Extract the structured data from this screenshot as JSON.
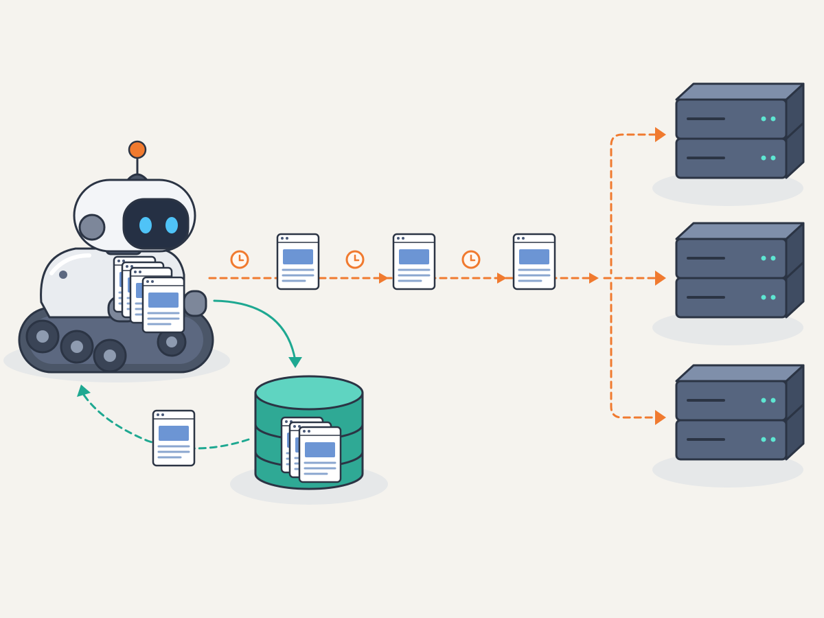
{
  "diagram": {
    "colors": {
      "background": "#f5f3ee",
      "request_flow": "#f07a2f",
      "cache_flow": "#1ea891",
      "server_body": "#56657f",
      "server_led": "#5ee6d2",
      "document_accent": "#6c95d4",
      "robot_eye": "#4fc3f7",
      "antenna": "#f07a2f",
      "database": "#35bfa8"
    },
    "nodes": [
      {
        "id": "robot-crawler",
        "icon": "robot-icon"
      },
      {
        "id": "request-page-1",
        "icon": "web-page-icon"
      },
      {
        "id": "request-page-2",
        "icon": "web-page-icon"
      },
      {
        "id": "request-page-3",
        "icon": "web-page-icon"
      },
      {
        "id": "delay-1",
        "icon": "clock-icon"
      },
      {
        "id": "delay-2",
        "icon": "clock-icon"
      },
      {
        "id": "delay-3",
        "icon": "clock-icon"
      },
      {
        "id": "server-1",
        "icon": "server-icon"
      },
      {
        "id": "server-2",
        "icon": "server-icon"
      },
      {
        "id": "server-3",
        "icon": "server-icon"
      },
      {
        "id": "page-cache",
        "icon": "database-icon"
      },
      {
        "id": "cached-page",
        "icon": "web-page-icon"
      }
    ],
    "edges": [
      {
        "from": "robot-crawler",
        "to": "server-1",
        "style": "dashed-orange"
      },
      {
        "from": "robot-crawler",
        "to": "server-2",
        "style": "dashed-orange"
      },
      {
        "from": "robot-crawler",
        "to": "server-3",
        "style": "dashed-orange"
      },
      {
        "from": "robot-crawler",
        "to": "page-cache",
        "style": "solid-teal"
      },
      {
        "from": "page-cache",
        "to": "robot-crawler",
        "style": "dashed-teal"
      }
    ]
  }
}
